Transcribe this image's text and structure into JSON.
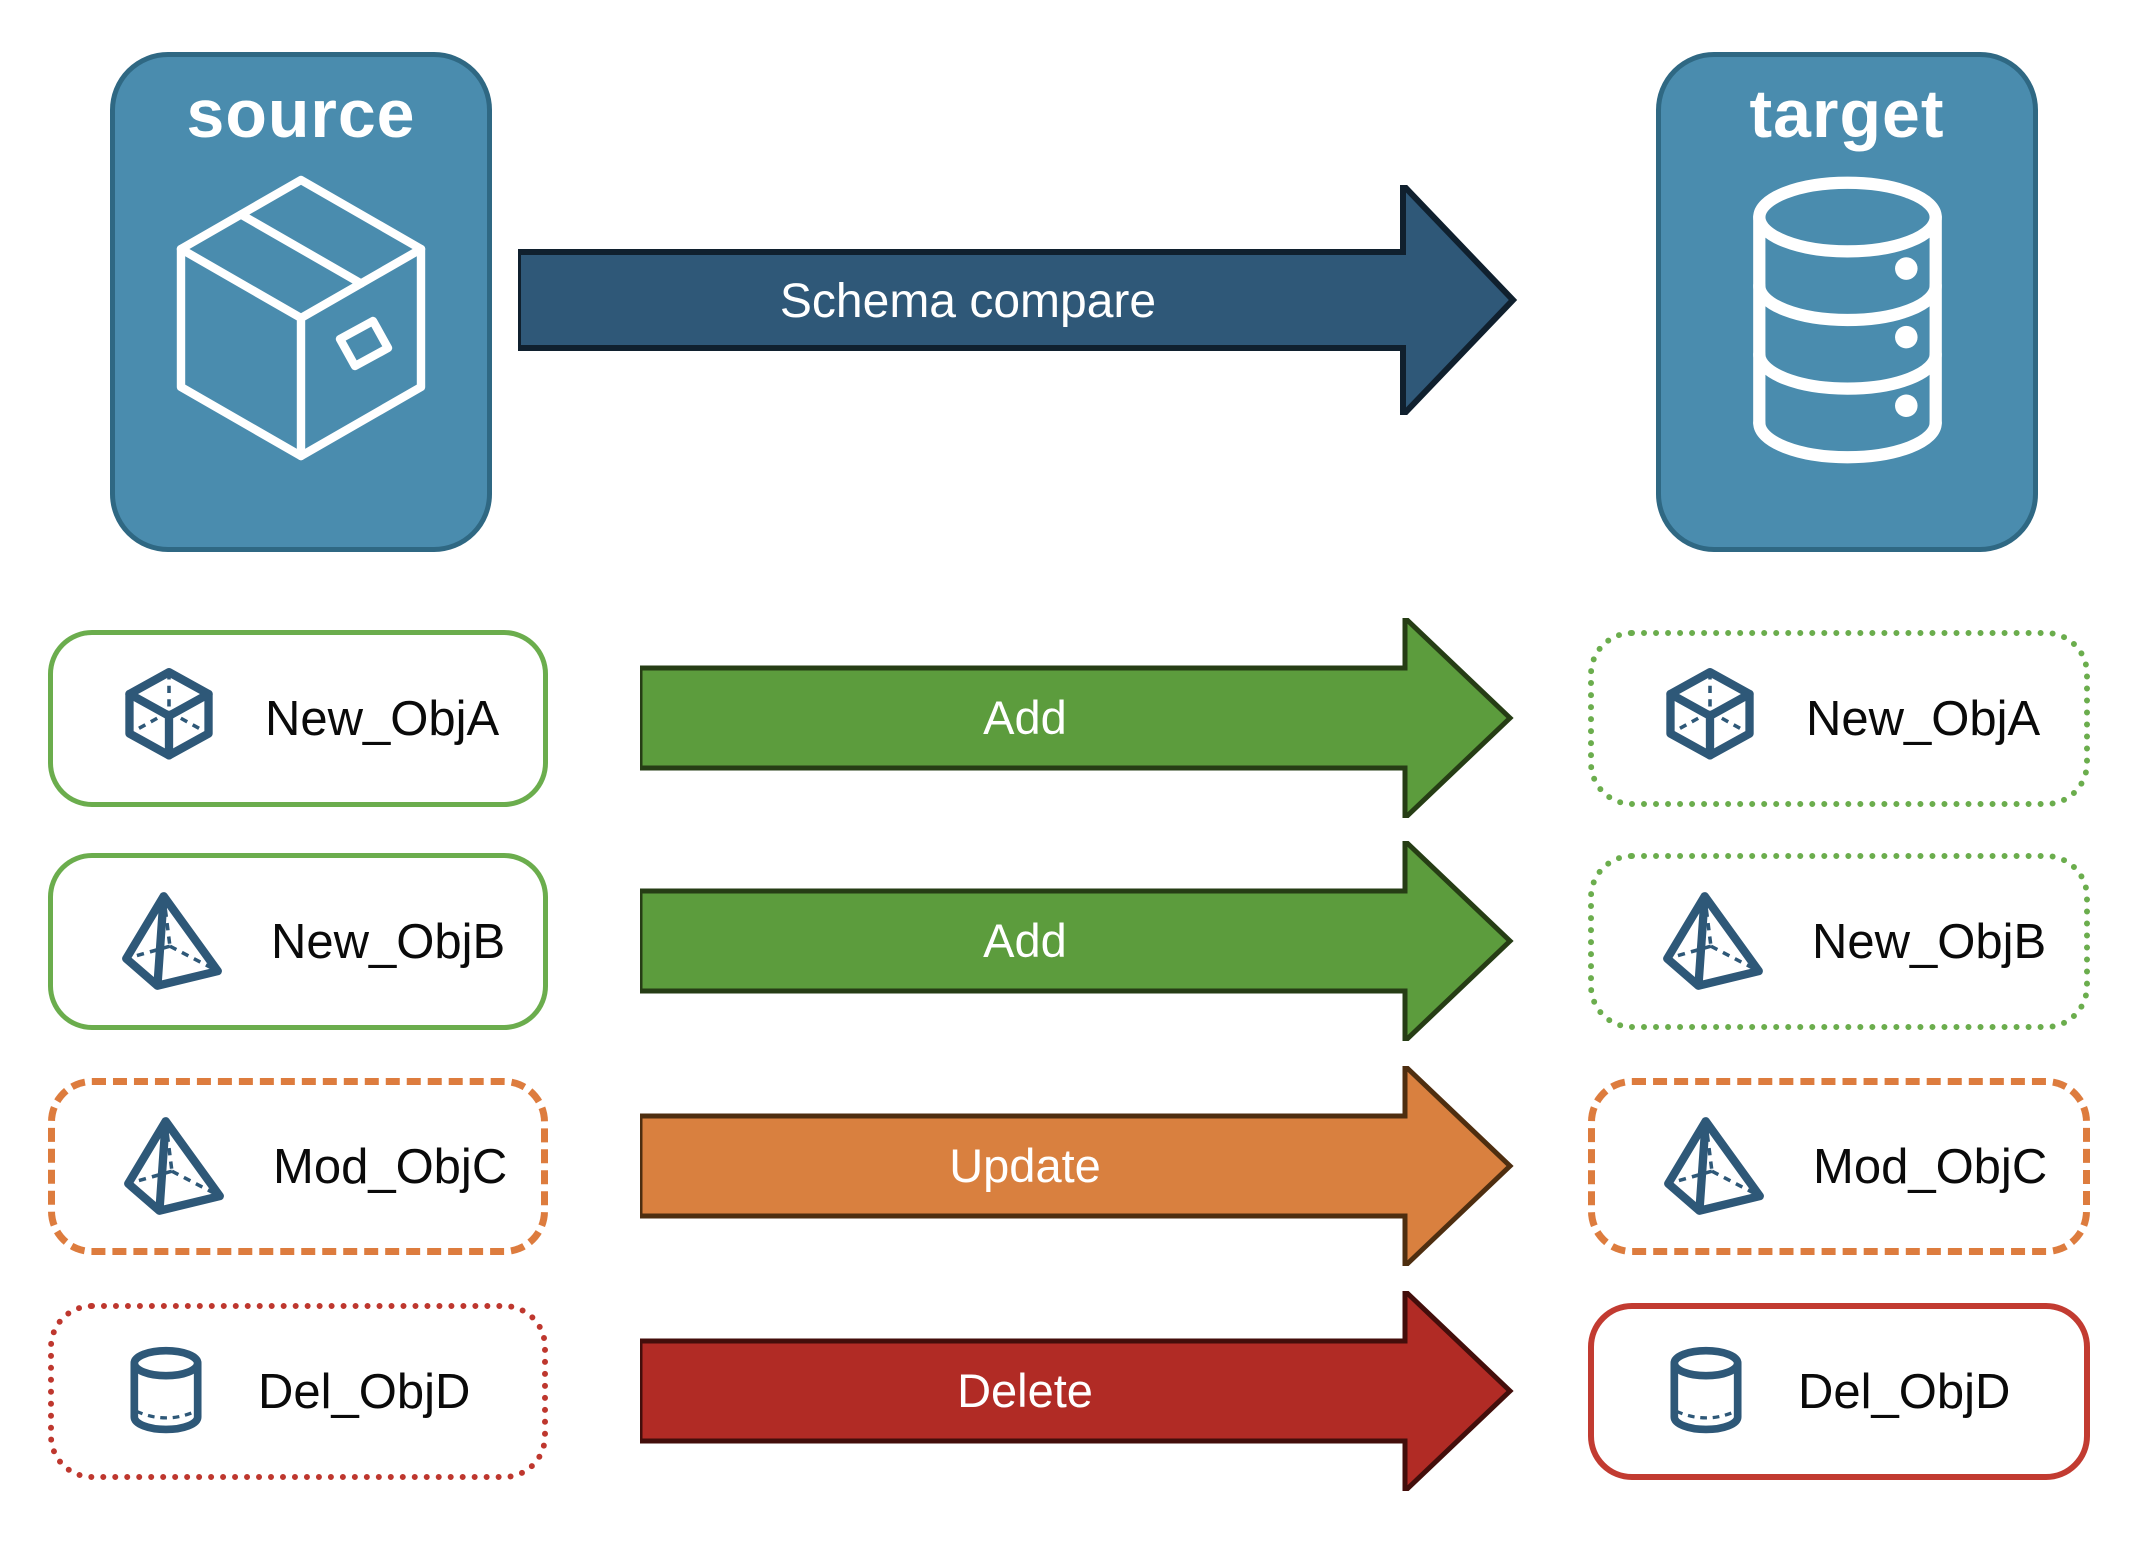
{
  "source_panel": {
    "title": "source",
    "icon": "package-icon",
    "fill": "#4A8CAE",
    "border_color": "#2F6883"
  },
  "target_panel": {
    "title": "target",
    "icon": "database-icon",
    "fill": "#4A8CAE",
    "border_color": "#2F6883"
  },
  "compare_arrow": {
    "label": "Schema compare",
    "fill": "#2F5878",
    "outline": "#10202E"
  },
  "rows": [
    {
      "label": "New_ObjA",
      "icon": "cube-icon",
      "action": {
        "label": "Add",
        "fill": "#5C9C3D",
        "outline": "#263D15"
      },
      "source_card_border": {
        "style": "solid",
        "color": "#6BAD4D"
      },
      "target_card_border": {
        "style": "dotted",
        "color": "#6BAD4D"
      }
    },
    {
      "label": "New_ObjB",
      "icon": "pyramid-icon",
      "action": {
        "label": "Add",
        "fill": "#5C9C3D",
        "outline": "#263D15"
      },
      "source_card_border": {
        "style": "solid",
        "color": "#6BAD4D"
      },
      "target_card_border": {
        "style": "dotted",
        "color": "#6BAD4D"
      }
    },
    {
      "label": "Mod_ObjC",
      "icon": "pyramid-icon",
      "action": {
        "label": "Update",
        "fill": "#D9803F",
        "outline": "#4E2E10"
      },
      "source_card_border": {
        "style": "dashed",
        "color": "#DD7C3E"
      },
      "target_card_border": {
        "style": "dashed",
        "color": "#DD7C3E"
      }
    },
    {
      "label": "Del_ObjD",
      "icon": "cylinder-icon",
      "action": {
        "label": "Delete",
        "fill": "#B12B25",
        "outline": "#430E0B"
      },
      "source_card_border": {
        "style": "dotted",
        "color": "#BE372E"
      },
      "target_card_border": {
        "style": "solid",
        "color": "#C23B31"
      }
    }
  ],
  "icon_color": "#2E5878",
  "panel_icon_color": "#ffffff"
}
